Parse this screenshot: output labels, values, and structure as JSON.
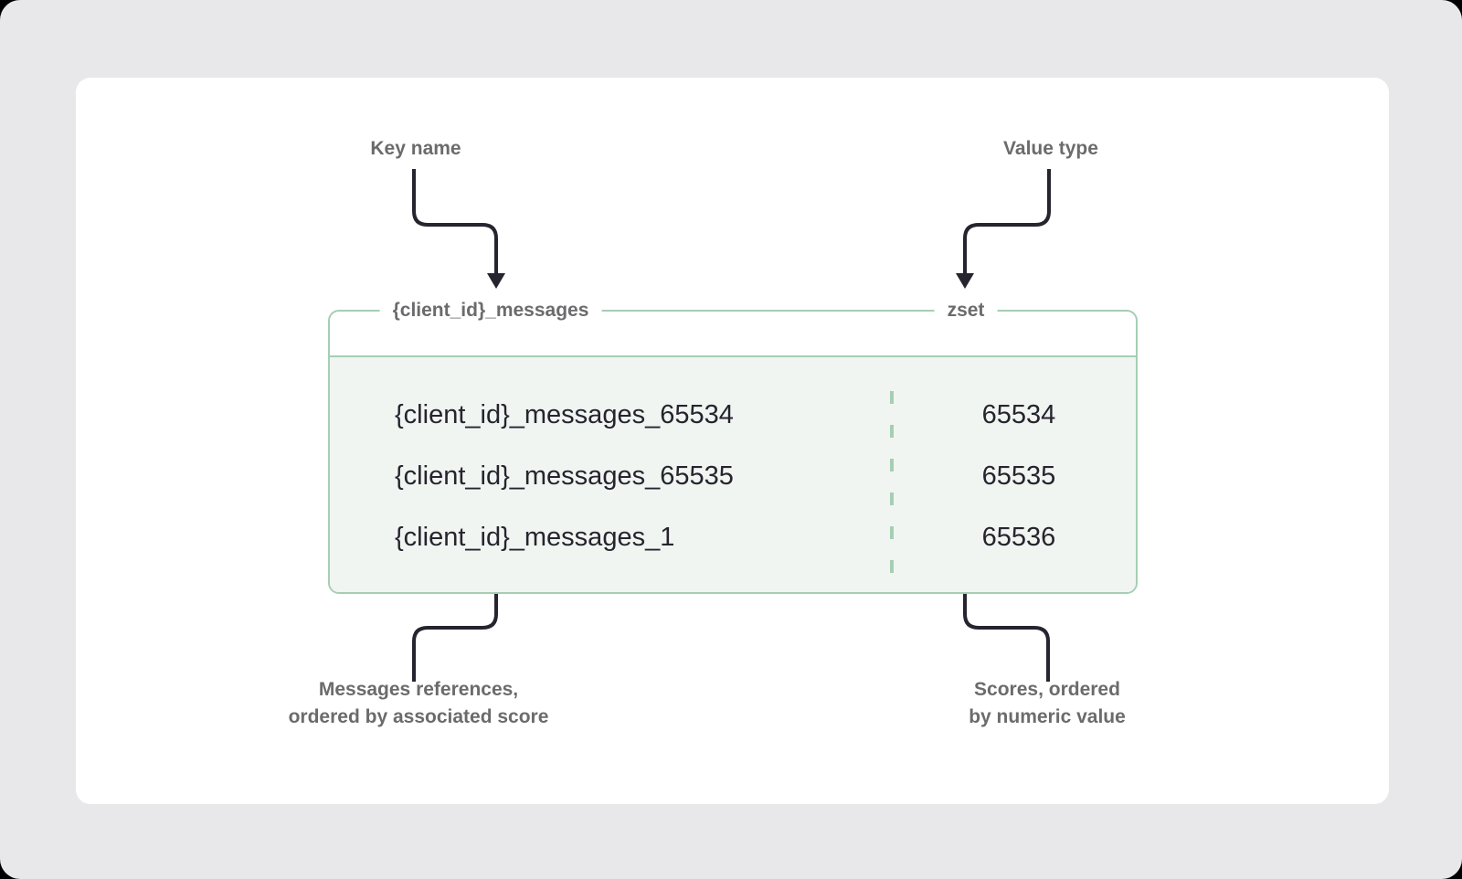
{
  "annotations": {
    "key_name_label": "Key name",
    "value_type_label": "Value type",
    "members_caption": [
      "Messages references,",
      "ordered by associated score"
    ],
    "scores_caption": [
      "Scores, ordered",
      "by numeric value"
    ]
  },
  "zset_box": {
    "key_name": "{client_id}_messages",
    "value_type": "zset",
    "entries": [
      {
        "member": "{client_id}_messages_65534",
        "score": "65534"
      },
      {
        "member": "{client_id}_messages_65535",
        "score": "65535"
      },
      {
        "member": "{client_id}_messages_1",
        "score": "65536"
      }
    ]
  },
  "colors": {
    "accent_green": "#a6ceb3",
    "box_body_bg": "#f0f5f1",
    "text_dark": "#26242e",
    "text_gray": "#6b6b6d",
    "page_bg": "#e8e8ea",
    "card_bg": "#ffffff"
  }
}
